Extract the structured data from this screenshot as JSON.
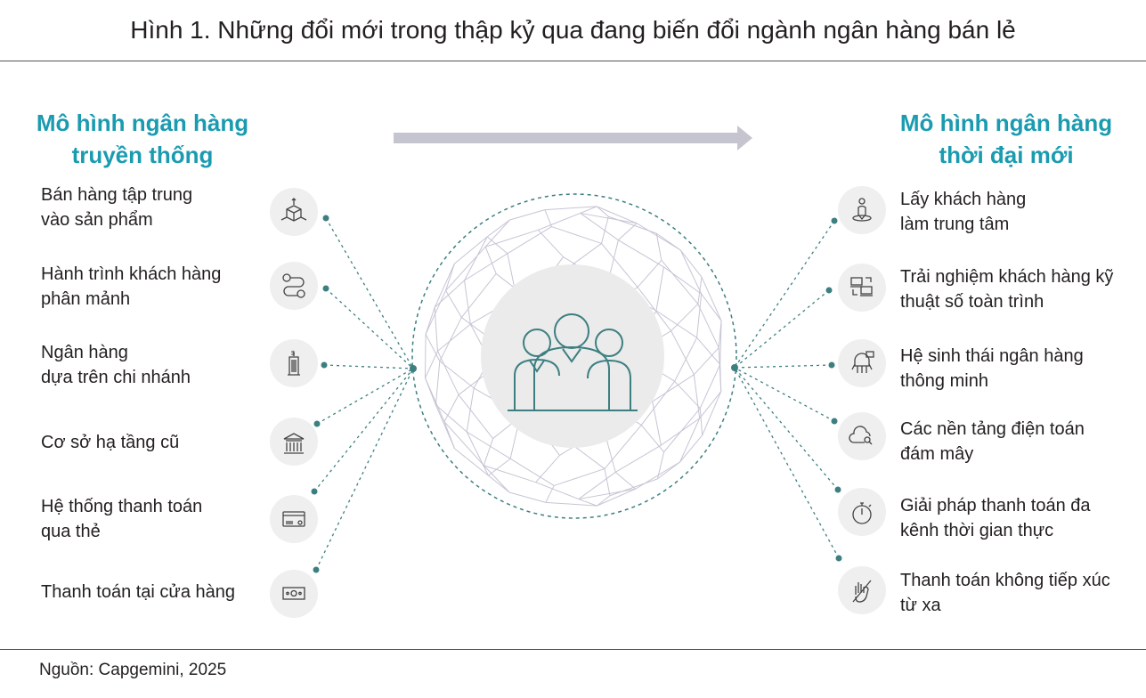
{
  "title": "Hình 1. Những đổi mới trong thập kỷ qua đang biến đổi ngành ngân hàng bán lẻ",
  "left": {
    "heading": [
      "Mô hình ngân hàng",
      "truyền thống"
    ],
    "items": [
      {
        "lines": [
          "Bán hàng tập trung",
          "vào sản phẩm"
        ],
        "icon": "product-cube-icon"
      },
      {
        "lines": [
          "Hành trình khách hàng",
          "phân mảnh"
        ],
        "icon": "journey-path-icon"
      },
      {
        "lines": [
          "Ngân hàng",
          "dựa trên chi nhánh"
        ],
        "icon": "bank-branch-building-icon"
      },
      {
        "lines": [
          "Cơ sở hạ tầng cũ",
          ""
        ],
        "icon": "bank-institution-icon"
      },
      {
        "lines": [
          "Hệ thống thanh toán",
          "qua thẻ"
        ],
        "icon": "credit-card-icon"
      },
      {
        "lines": [
          "Thanh toán tại cửa hàng",
          ""
        ],
        "icon": "cash-bill-icon"
      }
    ]
  },
  "right": {
    "heading": [
      "Mô hình ngân hàng",
      "thời đại mới"
    ],
    "items": [
      {
        "lines": [
          "Lấy khách hàng",
          "làm trung tâm"
        ],
        "icon": "customer-centric-icon"
      },
      {
        "lines": [
          "Trải nghiệm khách hàng kỹ",
          "thuật số toàn trình"
        ],
        "icon": "devices-icon"
      },
      {
        "lines": [
          "Hệ sinh thái ngân hàng",
          "thông minh"
        ],
        "icon": "robot-icon"
      },
      {
        "lines": [
          "Các nền tảng điện toán",
          "đám mây"
        ],
        "icon": "cloud-search-icon"
      },
      {
        "lines": [
          "Giải pháp thanh toán đa",
          "kênh thời gian thực"
        ],
        "icon": "stopwatch-icon"
      },
      {
        "lines": [
          "Thanh toán không tiếp xúc",
          "từ xa"
        ],
        "icon": "contactless-hand-icon"
      }
    ]
  },
  "source": "Nguồn: Capgemini, 2025",
  "colors": {
    "accent": "#1a9bb0",
    "dots": "#3d7f80",
    "mesh": "#c7c4d4",
    "arrow": "#c5c5d0"
  }
}
